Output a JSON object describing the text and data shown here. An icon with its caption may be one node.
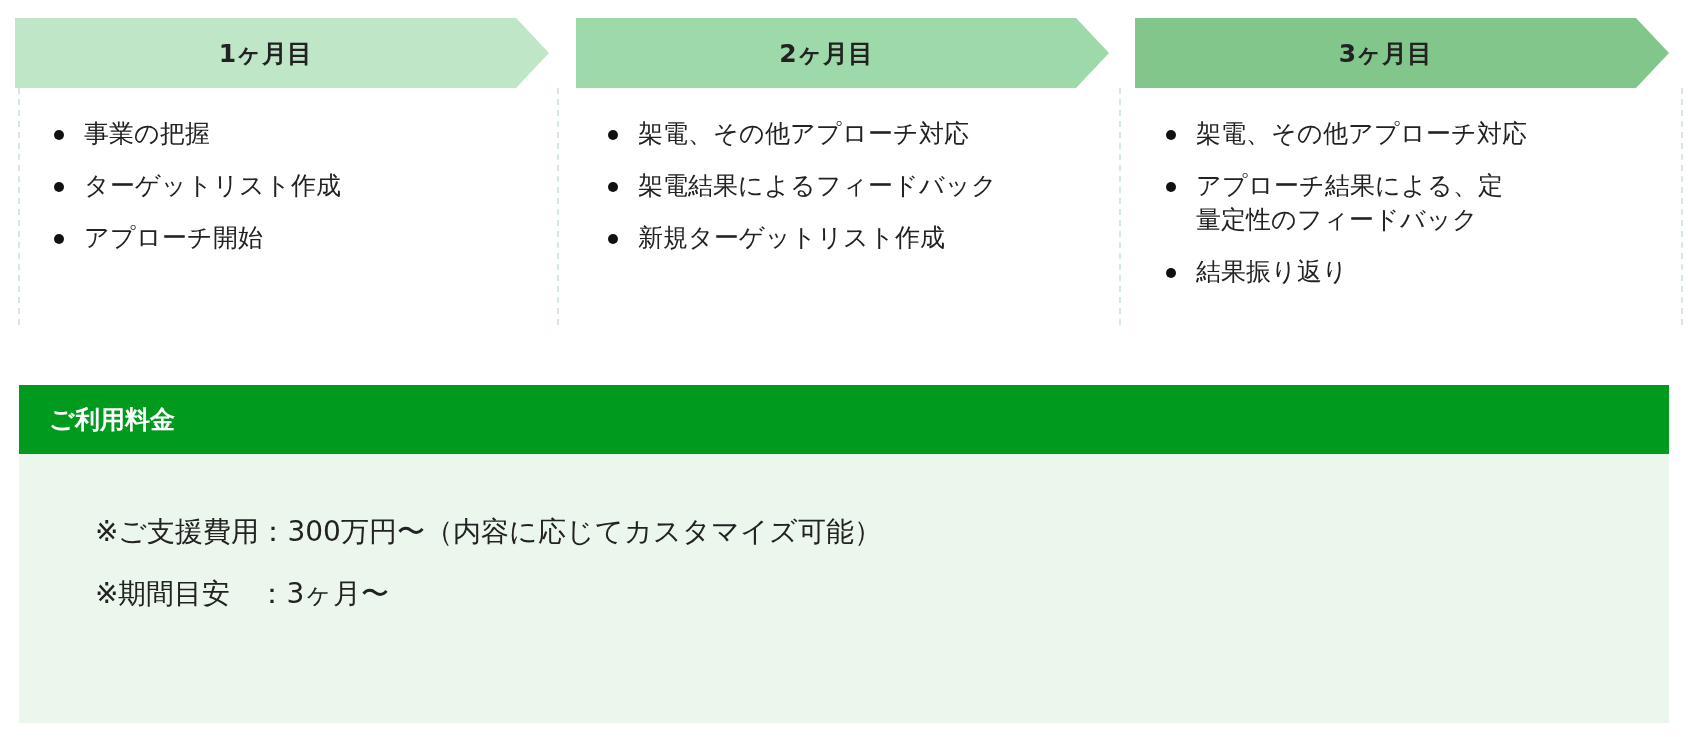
{
  "diagram": {
    "nodes": [
      {
        "text": [
          "1ヶ月目"
        ],
        "beside": [
          "事業の把握",
          "ターゲットリスト作成",
          "アプローチ開始"
        ]
      },
      {
        "text": [
          "2ヶ月目"
        ],
        "beside": [
          "架電、その他アプローチ対応",
          "架電結果によるフィードバック",
          "新規ターゲットリスト作成"
        ]
      },
      {
        "text": [
          "3ヶ月目"
        ],
        "beside": [
          "架電、その他アプローチ対応",
          "アプローチ結果による、定量定性のフィードバック",
          "結果振り返り"
        ]
      },
      {
        "text": [
          "ご利用料金",
          "※ご支援費用：300万円〜（内容に応じてカスタマイズ可能）",
          "※期間目安　：3ヶ月〜"
        ]
      }
    ]
  }
}
